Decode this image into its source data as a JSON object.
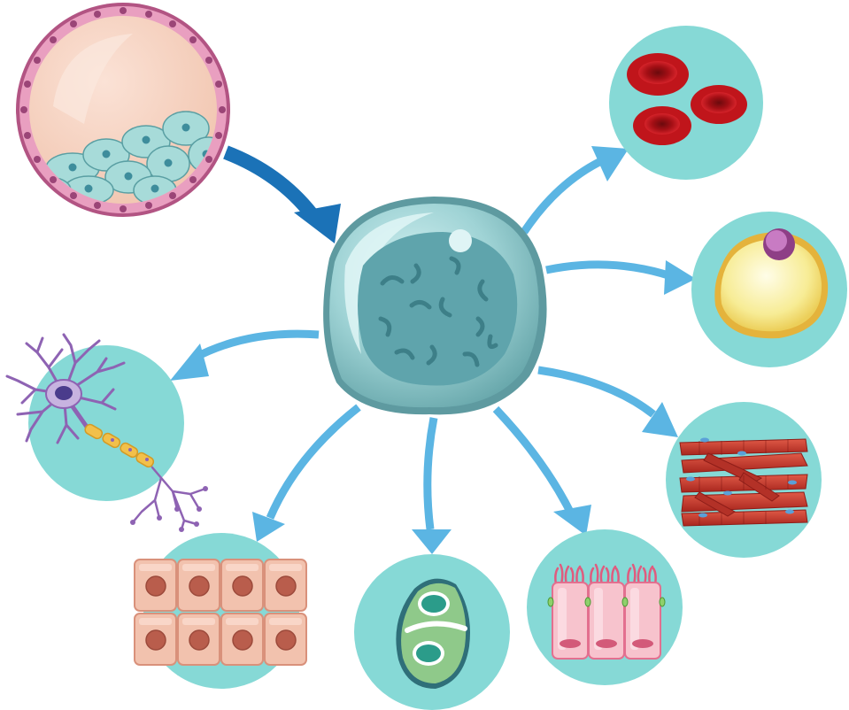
{
  "diagram": {
    "center": {
      "name": "stem-cell",
      "icon": "stem-cell-icon"
    },
    "sources": [
      {
        "name": "blastocyst",
        "icon": "blastocyst-icon"
      }
    ],
    "targets": [
      {
        "name": "red-blood-cells",
        "icon": "red-blood-cells-icon"
      },
      {
        "name": "fat-cell",
        "icon": "fat-cell-icon"
      },
      {
        "name": "muscle-cells",
        "icon": "muscle-cells-icon"
      },
      {
        "name": "intestinal-epithelial-cells",
        "icon": "epithelial-cells-icon"
      },
      {
        "name": "dividing-cell",
        "icon": "dividing-cell-icon"
      },
      {
        "name": "skin-cells",
        "icon": "skin-cells-icon"
      },
      {
        "name": "nerve-cell",
        "icon": "neuron-icon"
      }
    ],
    "colors": {
      "background": "#ffffff",
      "bubble": "#86d9d6",
      "arrow_light": "#5bb5e3",
      "arrow_dark": "#1872b8",
      "stem_cell_body": "#7fbfc1",
      "stem_cell_nucleus": "#63aab3",
      "blastocyst_wall": "#c76a98",
      "blood_cell": "#c0151b",
      "fat_cell": "#f6e98a",
      "muscle_fiber": "#c4372c",
      "skin_cell": "#f2c2ae",
      "neuron": "#a987c7",
      "myelin": "#f2c04a"
    }
  }
}
